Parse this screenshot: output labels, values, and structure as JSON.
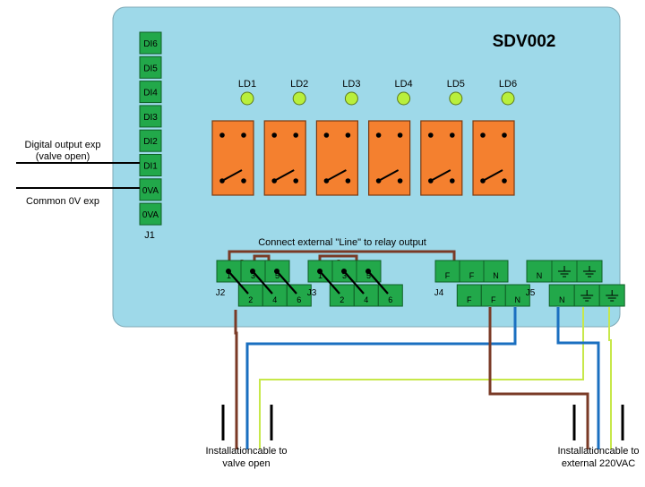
{
  "board": {
    "title": "SDV002",
    "colors": {
      "board": "#9ed9e9",
      "terminal": "#22a84a",
      "relay": "#f4802f",
      "led": "#b9ef3c",
      "brown": "#7a3a26",
      "blue": "#1a6fc0",
      "green_yellow": "#c7e84a"
    }
  },
  "j1": {
    "label": "J1",
    "pins": [
      "DI6",
      "DI5",
      "DI4",
      "DI3",
      "DI2",
      "DI1",
      "0VA",
      "0VA"
    ]
  },
  "leds": [
    "LD1",
    "LD2",
    "LD3",
    "LD4",
    "LD5",
    "LD6"
  ],
  "relay_count": 6,
  "connectors": {
    "j2": {
      "label": "J2",
      "top": [
        "1",
        "3",
        "5"
      ],
      "bottom": [
        "2",
        "4",
        "6"
      ]
    },
    "j3": {
      "label": "J3",
      "top": [
        "1",
        "3",
        "5"
      ],
      "bottom": [
        "2",
        "4",
        "6"
      ]
    },
    "j4": {
      "label": "J4",
      "top": [
        "F",
        "F",
        "N"
      ],
      "bottom": [
        "F",
        "F",
        "N"
      ]
    },
    "j5": {
      "label": "J5",
      "top": [
        "N",
        "earth-icon",
        "earth-icon"
      ],
      "bottom": [
        "N",
        "earth-icon",
        "earth-icon"
      ]
    }
  },
  "annotations": {
    "digital_output_line1": "Digital output exp",
    "digital_output_line2": "(valve open)",
    "common": "Common 0V exp",
    "connect_line": "Connect external \"Line\" to relay output",
    "cable_valve_line1": "Installationcable to",
    "cable_valve_line2": "valve open",
    "cable_220_line1": "Installationcable to",
    "cable_220_line2": "external 220VAC"
  }
}
